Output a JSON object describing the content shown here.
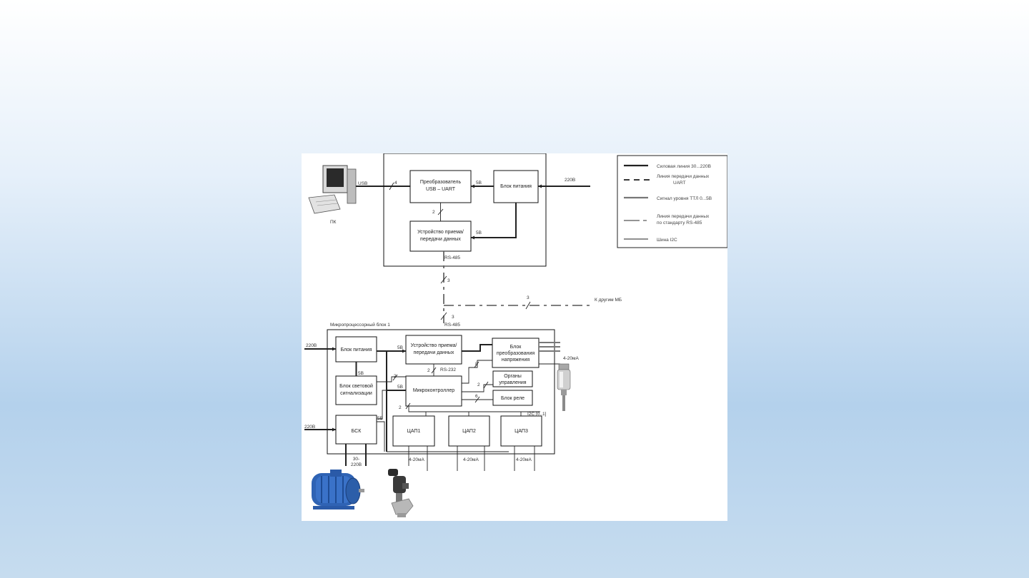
{
  "diagram": {
    "pc_label": "ПК",
    "usb_label": "USB",
    "bus_4": "4",
    "bus_2": "2",
    "bus_3": "3",
    "bus_8": "8",
    "bus_6": "6",
    "converter": [
      "Преобразователь",
      "USB – UART"
    ],
    "top_psu": "Блок питания",
    "top_5v_a": "5В",
    "top_5v_b": "5В",
    "v220": "220В",
    "top_transceiver": [
      "Устройство приема/",
      "передачи данных"
    ],
    "rs485_top": "RS-485",
    "to_other": "К другим МБ",
    "mpb_title": "Микропроцессорный блок 1",
    "rs485_mid": "RS-485",
    "in_220_a": "220В",
    "in_220_b": "220В",
    "mpb_psu": "Блок питания",
    "v5": "5В",
    "v5_b": "5В",
    "v5_c": "5В",
    "v5_d": "5В",
    "light_block": [
      "Блок световой",
      "сигнализации"
    ],
    "mpb_transceiver": [
      "Устройство приема/",
      "передачи данных"
    ],
    "rs232": "RS-232",
    "conv_block": [
      "Блок",
      "преобразования",
      "напряжения"
    ],
    "ma_4_20": "4-20мА",
    "mcu": "Микроконтроллер",
    "controls": [
      "Органы",
      "управления"
    ],
    "relay": "Блок реле",
    "bsk": "БСК",
    "dac1": "ЦАП1",
    "dac2": "ЦАП2",
    "dac3": "ЦАП3",
    "i2c": "I2C [0..1]",
    "out_30_220": [
      "30-",
      "220В"
    ]
  },
  "legend": {
    "items": [
      [
        "Силовая линия 30...220В"
      ],
      [
        "Линия передачи данных",
        "UART"
      ],
      [
        "Сигнал уровня ТТЛ 0...5В"
      ],
      [
        "Линия передачи данных",
        "по стандарту RS-485"
      ],
      [
        "Шина I2C"
      ]
    ]
  },
  "colors": {
    "motor": "#2f63b4",
    "valve": "#3a3a3a",
    "sensor": "#8a8a8a"
  }
}
